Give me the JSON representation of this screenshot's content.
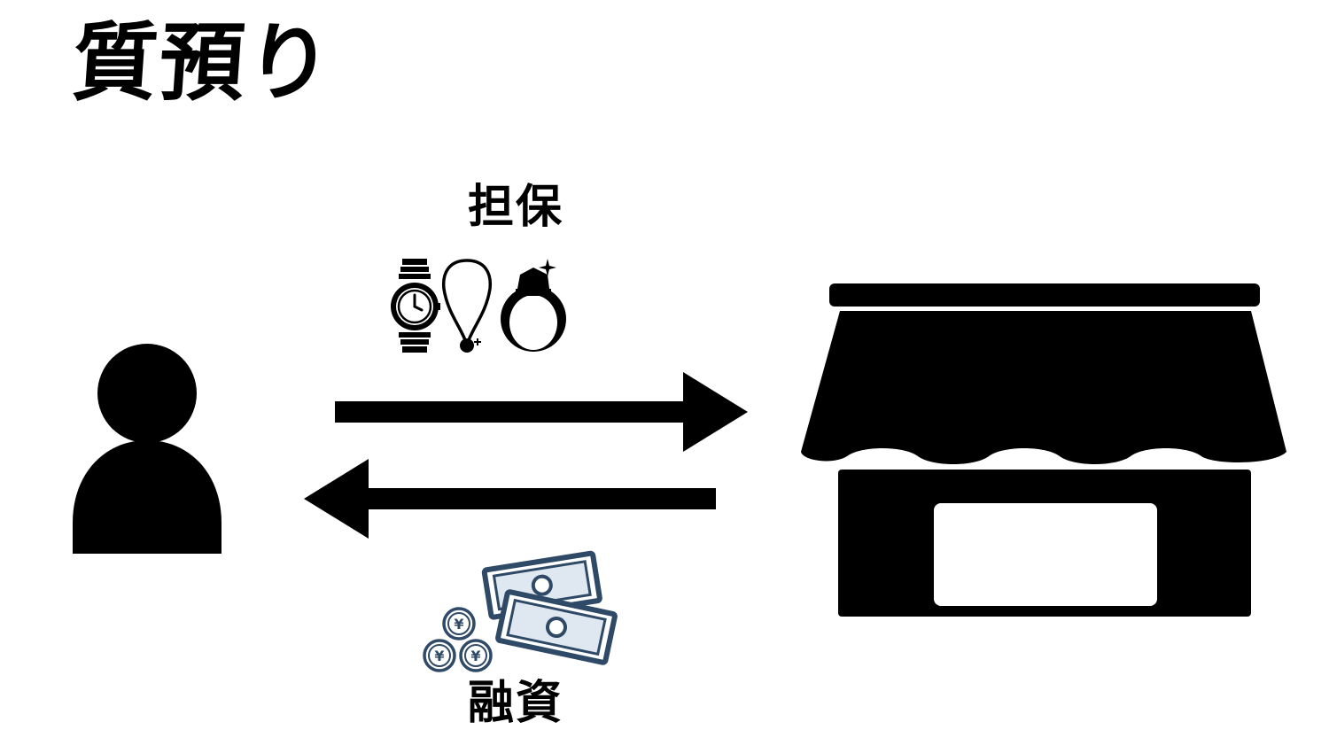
{
  "title": "質預り",
  "labels": {
    "collateral": "担保",
    "loan": "融資"
  },
  "arrows": {
    "to_shop": "right",
    "to_person": "left"
  },
  "icons": {
    "person": "person-icon",
    "shop": "shop-icon",
    "watch": "wristwatch-icon",
    "necklace": "necklace-icon",
    "ring": "ring-icon",
    "banknotes": "banknotes-icon",
    "coins": "yen-coins-icon"
  },
  "coin_symbol": "¥",
  "colors": {
    "ink": "#000000",
    "money_stroke": "#2f4a66",
    "money_fill": "#dfe7f0",
    "background": "#ffffff"
  }
}
